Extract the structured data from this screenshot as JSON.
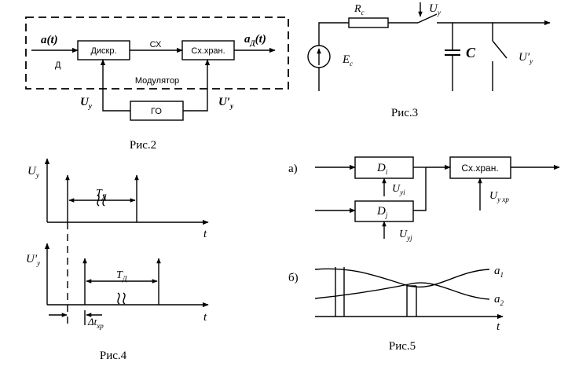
{
  "fig2": {
    "caption": "Рис.2",
    "input": "a(t)",
    "input_sub": "Д",
    "block_discr": "Дискр.",
    "link_label": "СХ",
    "block_hold": "Сх.хран.",
    "output": "a",
    "output_sub": "Д",
    "output_arg": "(t)",
    "modulator": "Модулятор",
    "block_go": "ГО",
    "u_left": "U",
    "u_left_sub": "у",
    "u_right": "U′",
    "u_right_sub": "у"
  },
  "fig3": {
    "caption": "Рис.3",
    "resistor": "R",
    "resistor_sub": "c",
    "switch_ctrl": "U",
    "switch_ctrl_sub": "у",
    "source": "E",
    "source_sub": "c",
    "capacitor": "C",
    "switch2": "U′",
    "switch2_sub": "у"
  },
  "fig4": {
    "caption": "Рис.4",
    "axis_top": "U",
    "axis_top_sub": "у",
    "axis_bottom": "U′",
    "axis_bottom_sub": "у",
    "t_top": "t",
    "t_bottom": "t",
    "period": "T",
    "period_sub": "Д",
    "period2": "T",
    "period2_sub": "Д",
    "delta": "Δt",
    "delta_sub": "хр"
  },
  "fig5": {
    "caption": "Рис.5",
    "label_a": "а)",
    "label_b": "б)",
    "di": "D",
    "di_sub": "i",
    "dj": "D",
    "dj_sub": "j",
    "uyi": "U",
    "uyi_sub": "yi",
    "uyj": "U",
    "uyj_sub": "yj",
    "hold": "Сх.хран.",
    "uyxp": "U",
    "uyxp_sub": "у хр",
    "a1": "a",
    "a1_sub": "1",
    "a2": "a",
    "a2_sub": "2",
    "t": "t"
  }
}
